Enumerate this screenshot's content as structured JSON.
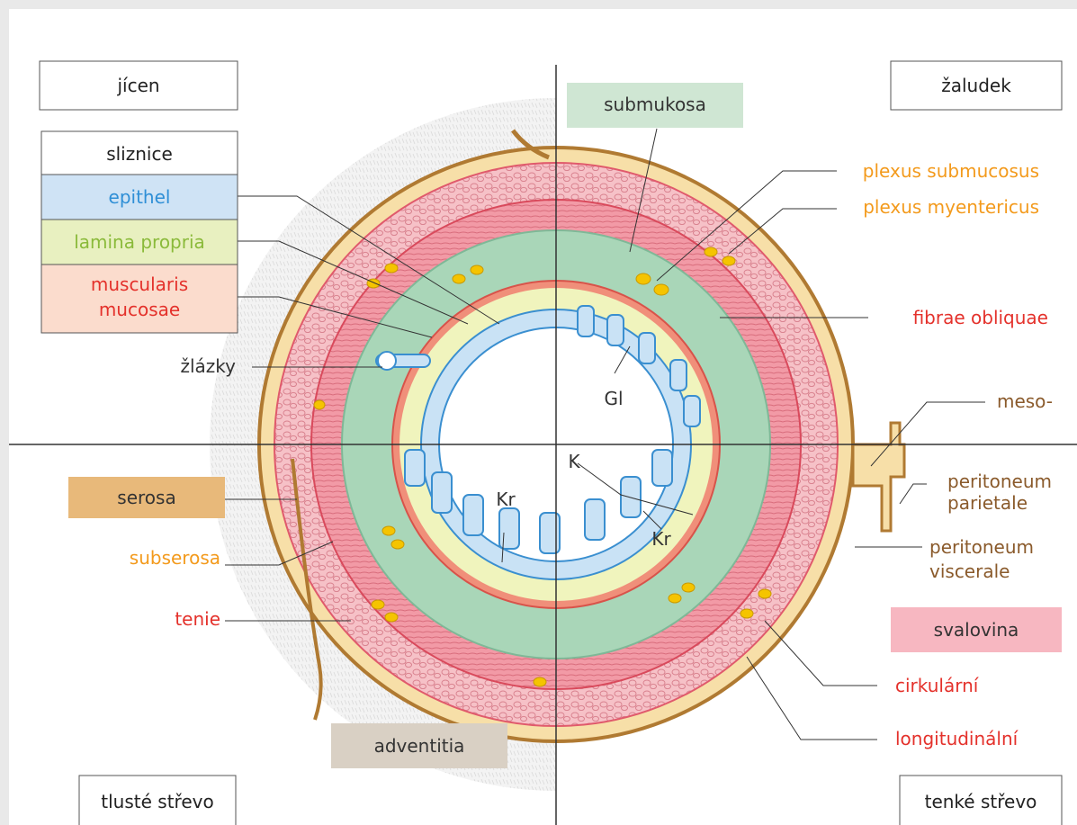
{
  "quadrants": {
    "top_left": "jícen",
    "top_right": "žaludek",
    "bottom_left": "tlusté střevo",
    "bottom_right": "tenké střevo"
  },
  "legend": {
    "sliznice": "sliznice",
    "epithel": "epithel",
    "lamina_propria": "lamina propria",
    "muscularis_line1": "muscularis",
    "muscularis_line2": "mucosae"
  },
  "labels": {
    "zlazky": "žlázky",
    "serosa": "serosa",
    "subserosa": "subserosa",
    "tenie": "tenie",
    "adventitia": "adventitia",
    "submukosa": "submukosa",
    "plexus_submucosus": "plexus submucosus",
    "plexus_myentericus": "plexus myentericus",
    "fibrae_obliquae": "fibrae obliquae",
    "meso": "meso-",
    "peritoneum_parietale_1": "peritoneum",
    "peritoneum_parietale_2": "parietale",
    "peritoneum_viscerale_1": "peritoneum",
    "peritoneum_viscerale_2": "viscerale",
    "svalovina": "svalovina",
    "cirkularni": "cirkulární",
    "longitudinalni": "longitudinální",
    "gl": "Gl",
    "k": "K",
    "kr_left": "Kr",
    "kr_right": "Kr"
  },
  "colors": {
    "epithel_blue": "#cfe3f5",
    "epithel_text": "#2f8fd6",
    "lamina_green": "#e8f0c0",
    "lamina_text": "#8aba3a",
    "muscularis_pink": "#fbdccd",
    "red_text": "#e4312b",
    "orange_text": "#f39a1c",
    "submukosa_green": "#cfe6d3",
    "serosa_tan": "#e8b97a",
    "adventitia_gray": "#d9d0c4",
    "svalovina_pink": "#f7b7c1",
    "brown_text": "#8a5a2b"
  }
}
